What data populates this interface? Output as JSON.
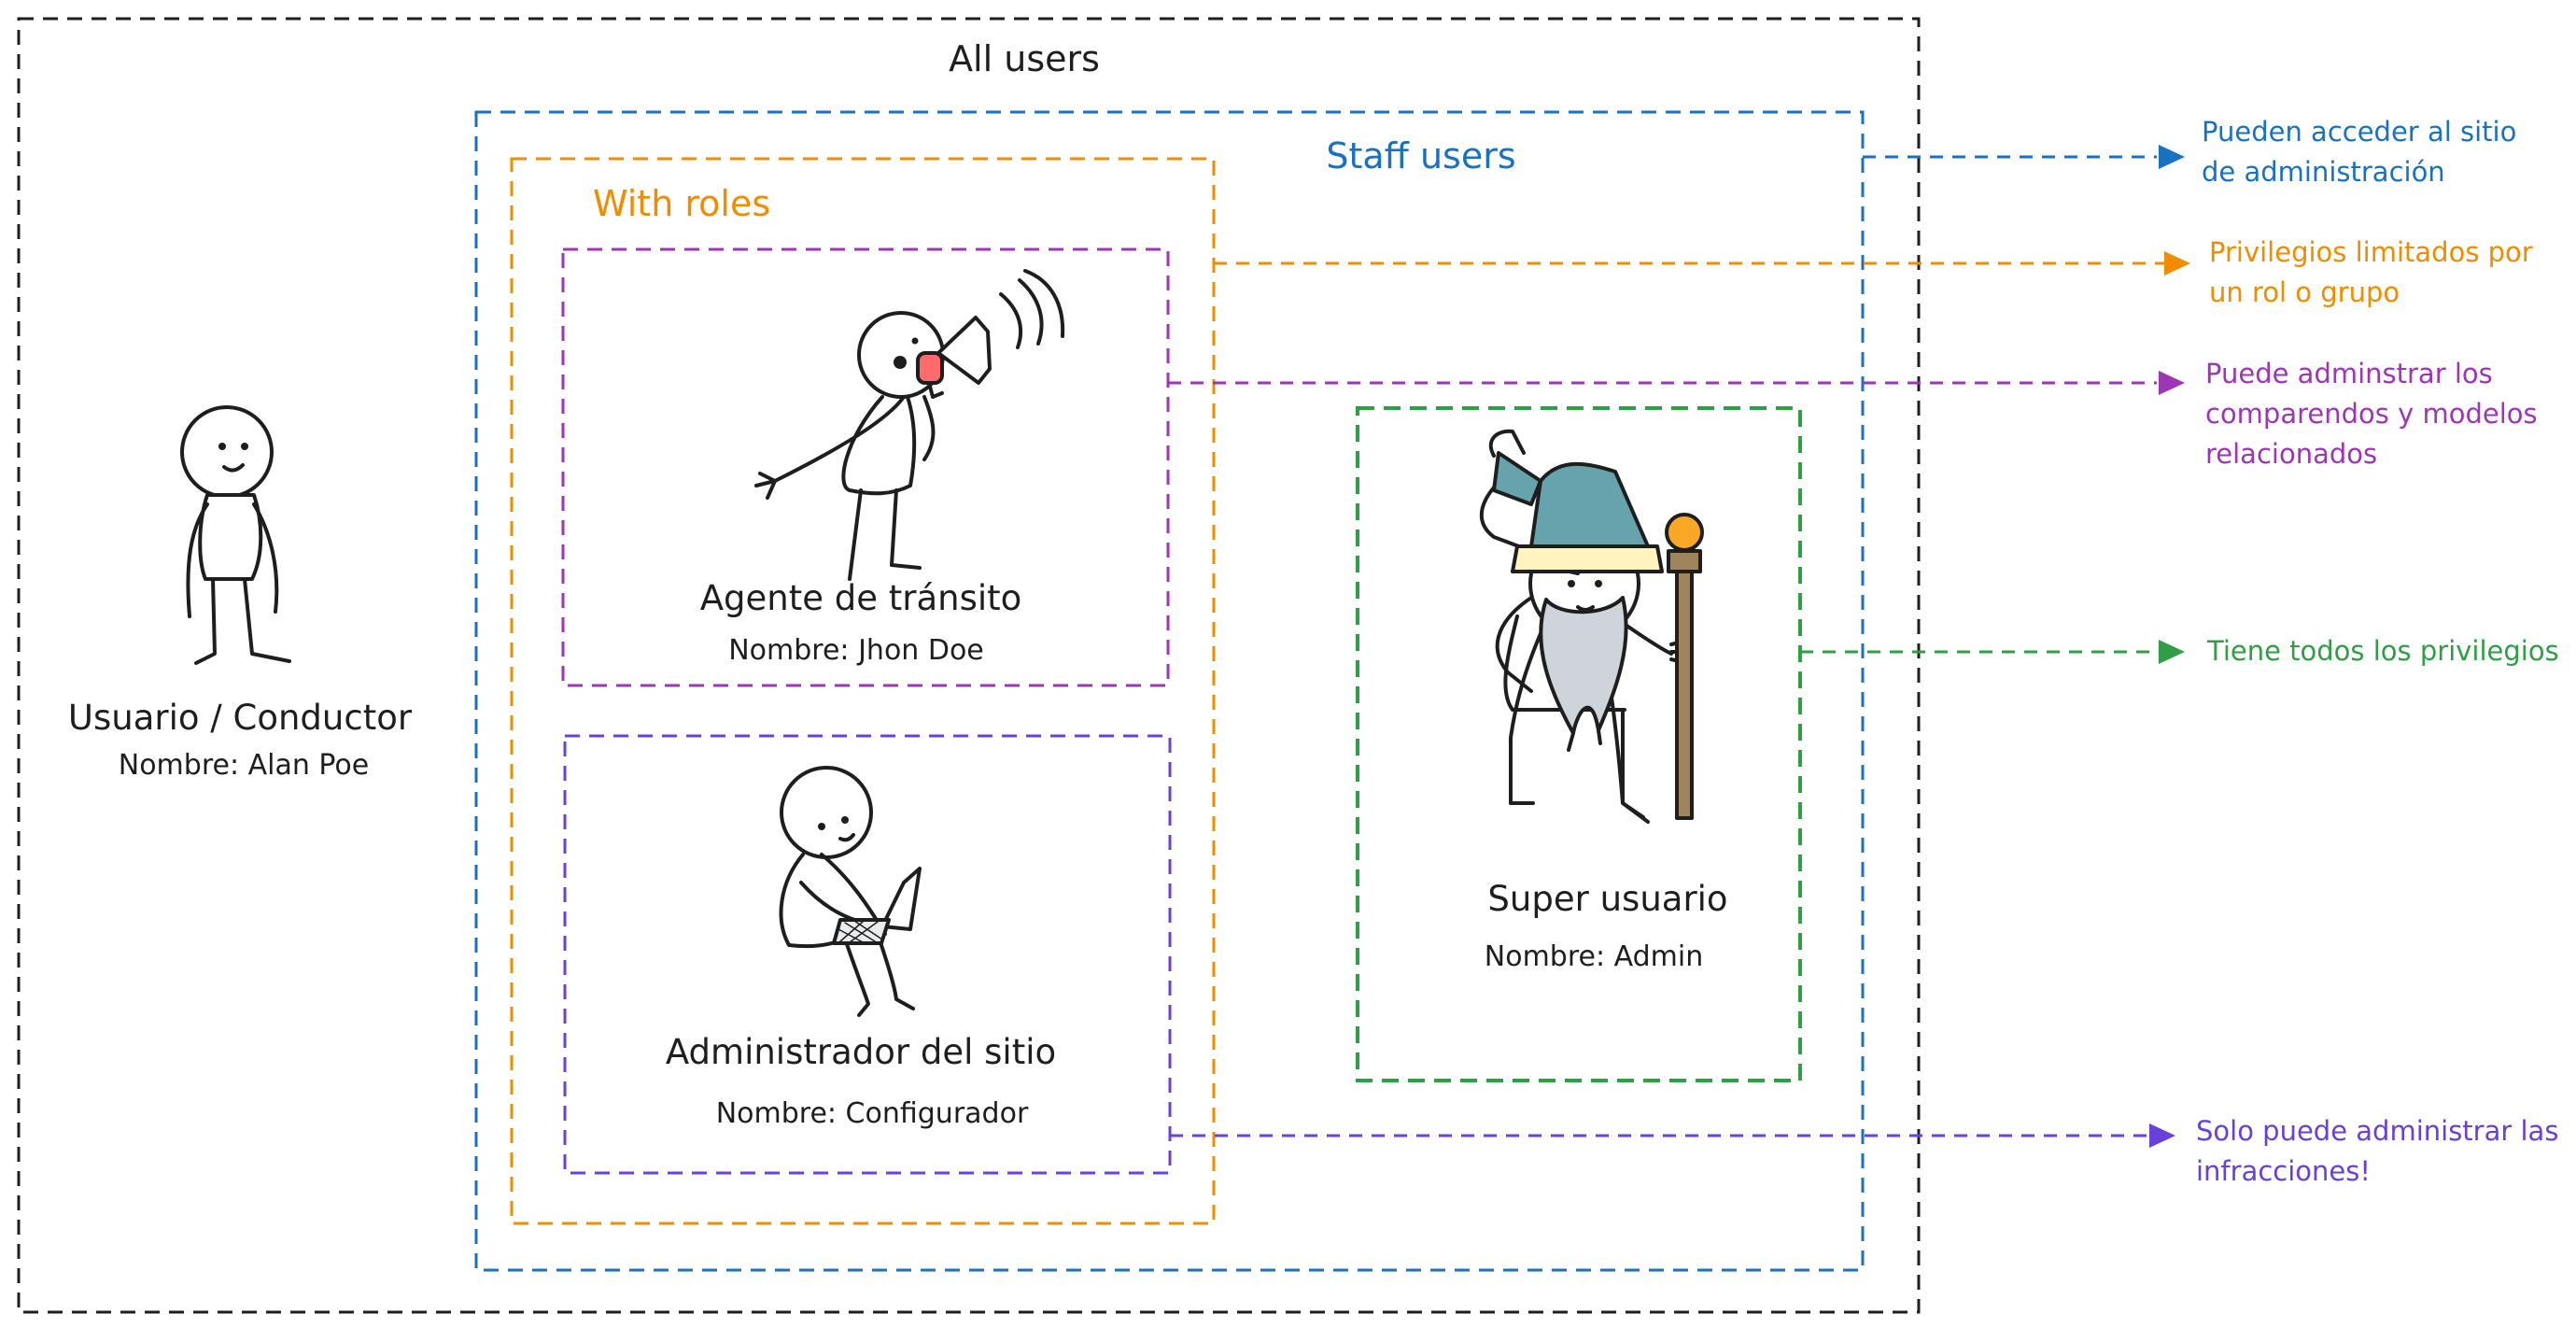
{
  "colors": {
    "all": "#1e1e1e",
    "staff": "#1971c2",
    "roles": "#f08c00",
    "agent": "#9c36b5",
    "admin": "#6741d9",
    "super": "#2f9e44"
  },
  "groups": {
    "all_users": "All users",
    "staff_users": "Staff users",
    "with_roles": "With roles"
  },
  "people": {
    "driver": {
      "title": "Usuario / Conductor",
      "name": "Nombre: Alan Poe"
    },
    "agent": {
      "title": "Agente de tránsito",
      "name": "Nombre: Jhon Doe"
    },
    "site_admin": {
      "title": "Administrador del sitio",
      "name": "Nombre: Configurador"
    },
    "superuser": {
      "title": "Super usuario",
      "name": "Nombre: Admin"
    }
  },
  "notes": {
    "staff": [
      "Pueden acceder al sitio",
      "de administración"
    ],
    "roles": [
      "Privilegios limitados por",
      "un rol o grupo"
    ],
    "agent": [
      "Puede adminstrar los",
      "comparendos y modelos",
      "relacionados"
    ],
    "super": [
      "Tiene todos los privilegios"
    ],
    "admin": [
      "Solo puede administrar las",
      "infracciones!"
    ]
  },
  "icons": [
    "stick-figure-icon",
    "megaphone-icon",
    "laptop-icon",
    "wizard-icon",
    "staff-icon"
  ]
}
